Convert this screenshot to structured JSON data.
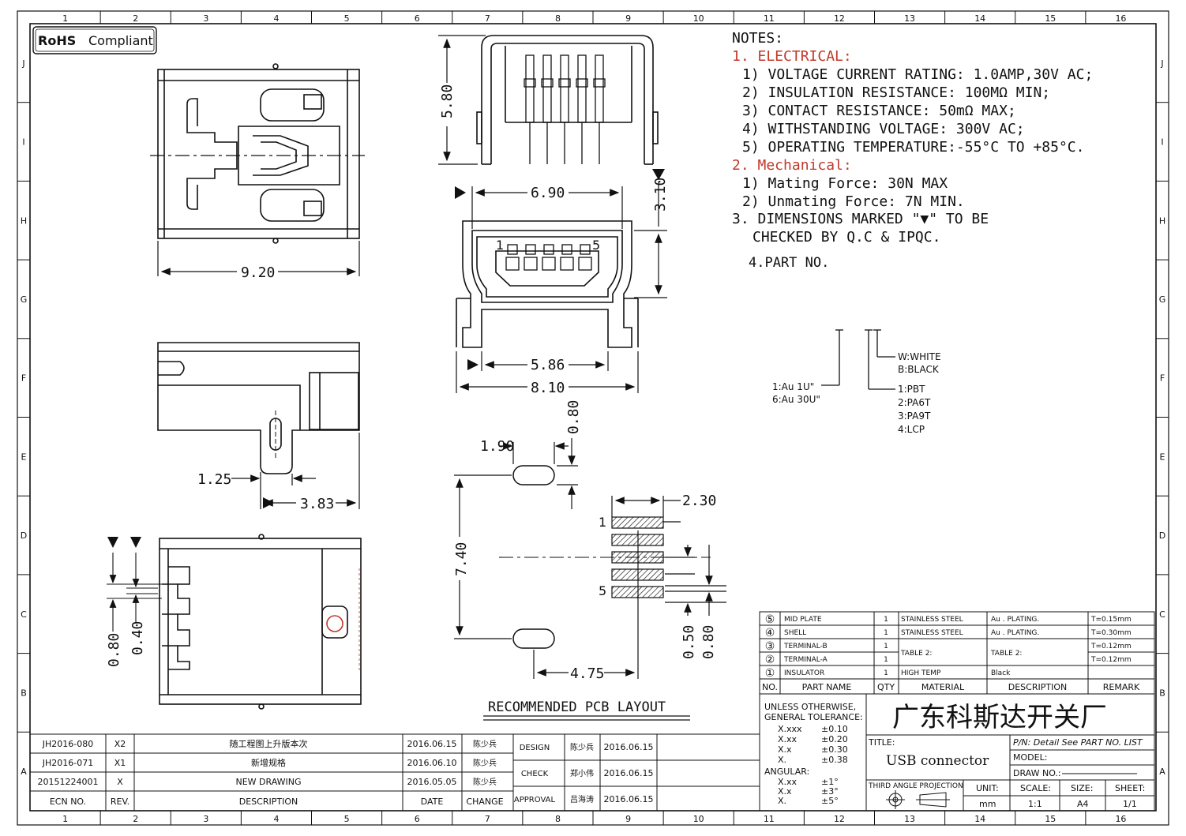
{
  "badge": "RoHS Compliant",
  "badge_bold": "RoHS",
  "badge_rest": "Compliant",
  "grid": {
    "cols": [
      "1",
      "2",
      "3",
      "4",
      "5",
      "6",
      "7",
      "8",
      "9",
      "10",
      "11",
      "12",
      "13",
      "14",
      "15",
      "16"
    ],
    "rows": [
      "J",
      "I",
      "H",
      "G",
      "F",
      "E",
      "D",
      "C",
      "B",
      "A"
    ]
  },
  "notes": {
    "title": "NOTES:",
    "sec1": "1. ELECTRICAL:",
    "e1": "1) VOLTAGE CURRENT RATING: 1.0AMP,30V AC;",
    "e2": "2) INSULATION RESISTANCE: 100MΩ MIN;",
    "e3": "3) CONTACT RESISTANCE: 50mΩ MAX;",
    "e4": "4) WITHSTANDING VOLTAGE: 300V AC;",
    "e5": "5) OPERATING TEMPERATURE:-55°C TO +85°C.",
    "sec2": "2. Mechanical:",
    "m1": "1) Mating Force: 30N MAX",
    "m2": "2) Unmating Force: 7N MIN.",
    "sec3a": "3. DIMENSIONS MARKED \"▼\" TO BE",
    "sec3b": "CHECKED BY Q.C & IPQC.",
    "sec4": "4.PART NO."
  },
  "part_no": {
    "color_w": "W:WHITE",
    "color_b": "B:BLACK",
    "plating_1": "1:Au 1U\"",
    "plating_6": "6:Au 30U\"",
    "mat_1": "1:PBT",
    "mat_2": "2:PA6T",
    "mat_3": "3:PA9T",
    "mat_4": "4:LCP"
  },
  "dims": {
    "d580": "5.80",
    "d690": "6.90",
    "d310": "3.10",
    "d920": "9.20",
    "d586": "5.86",
    "d810": "8.10",
    "d080a": "0.80",
    "d190": "1.90",
    "d740": "7.40",
    "d230": "2.30",
    "d475": "4.75",
    "d050": "0.50",
    "d080b": "0.80",
    "d125": "1.25",
    "d383": "3.83",
    "d080c": "0.80",
    "d040": "0.40",
    "pin1": "1",
    "pin5": "5",
    "pcb1": "1",
    "pcb5": "5"
  },
  "pcb_title": "RECOMMENDED PCB LAYOUT",
  "bom": {
    "rows": [
      {
        "no": "⑤",
        "name": "MID PLATE",
        "qty": "1",
        "material": "STAINLESS STEEL",
        "desc": "Au . PLATING.",
        "remark": "T=0.15mm"
      },
      {
        "no": "④",
        "name": "SHELL",
        "qty": "1",
        "material": "STAINLESS STEEL",
        "desc": "Au . PLATING.",
        "remark": "T=0.30mm"
      },
      {
        "no": "③",
        "name": "TERMINAL-B",
        "qty": "1",
        "material": "TABLE 2:",
        "desc": "TABLE 2:",
        "remark": "T=0.12mm"
      },
      {
        "no": "②",
        "name": "TERMINAL-A",
        "qty": "1",
        "material": "",
        "desc": "",
        "remark": "T=0.12mm"
      },
      {
        "no": "①",
        "name": "INSULATOR",
        "qty": "1",
        "material": "HIGH TEMP",
        "desc": "Black",
        "remark": ""
      }
    ],
    "header": {
      "no": "NO.",
      "name": "PART NAME",
      "qty": "QTY",
      "material": "MATERIAL",
      "desc": "DESCRIPTION",
      "remark": "REMARK"
    }
  },
  "tolerance": {
    "l1": "UNLESS OTHERWISE,",
    "l2": "GENERAL TOLERANCE:",
    "r1k": "X.xxx",
    "r1v": "±0.10",
    "r2k": "X.xx",
    "r2v": "±0.20",
    "r3k": "X.x",
    "r3v": "±0.30",
    "r4k": "X.",
    "r4v": "±0.38",
    "ang": "ANGULAR:",
    "a1k": "X.xx",
    "a1v": "±1°",
    "a2k": "X.x",
    "a2v": "±3°",
    "a3k": "X.",
    "a3v": "±5°"
  },
  "company": "广东科斯达开关厂",
  "title_block": {
    "title_label": "TITLE:",
    "title": "USB connector",
    "pn": "P/N: Detail See PART NO. LIST",
    "model": "MODEL:",
    "drawno": "DRAW NO.:",
    "projection": "THIRD ANGLE PROJECTION",
    "unit_label": "UNIT:",
    "unit": "mm",
    "scale_label": "SCALE:",
    "scale": "1:1",
    "size_label": "SIZE:",
    "size": "A4",
    "sheet_label": "SHEET:",
    "sheet": "1/1"
  },
  "revisions": [
    {
      "ecn": "JH2016-080",
      "rev": "X2",
      "desc": "随工程图上升版本次",
      "date": "2016.06.15",
      "change": "陈少兵"
    },
    {
      "ecn": "JH2016-071",
      "rev": "X1",
      "desc": "新增规格",
      "date": "2016.06.10",
      "change": "陈少兵"
    },
    {
      "ecn": "20151224001",
      "rev": "X",
      "desc": "NEW DRAWING",
      "date": "2016.05.05",
      "change": "陈少兵"
    }
  ],
  "rev_header": {
    "ecn": "ECN NO.",
    "rev": "REV.",
    "desc": "DESCRIPTION",
    "date": "DATE",
    "change": "CHANGE"
  },
  "approvals": [
    {
      "role": "DESIGN",
      "name": "陈少兵",
      "date": "2016.06.15"
    },
    {
      "role": "CHECK",
      "name": "郑小伟",
      "date": "2016.06.15"
    },
    {
      "role": "APPROVAL",
      "name": "吕海涛",
      "date": "2016.06.15"
    }
  ]
}
